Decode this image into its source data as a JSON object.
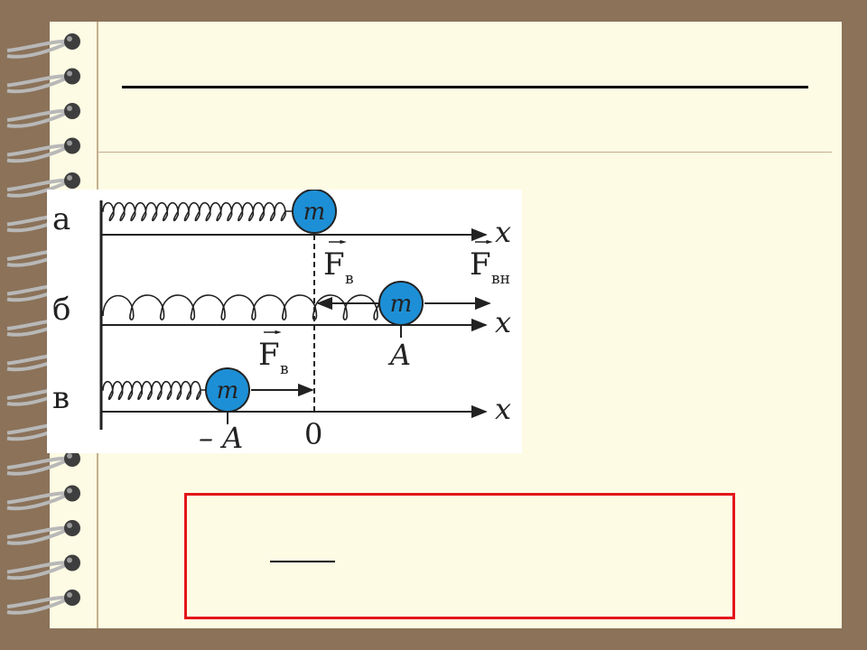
{
  "diagram": {
    "rows": [
      {
        "label": "а",
        "axis": "x",
        "mass": "m"
      },
      {
        "label": "б",
        "axis": "x",
        "mass": "m"
      },
      {
        "label": "в",
        "axis": "x",
        "mass": "m"
      }
    ],
    "forces": {
      "elastic": "F",
      "elastic_sub": "в",
      "external": "F",
      "external_sub": "вн"
    },
    "ticks": {
      "zero": "0",
      "amplitude": "A",
      "neg_amplitude": "– A"
    }
  },
  "colors": {
    "background": "#8b7259",
    "paper": "#fdfbe4",
    "mass": "#1d8fd6",
    "box_border": "#e3161a"
  }
}
